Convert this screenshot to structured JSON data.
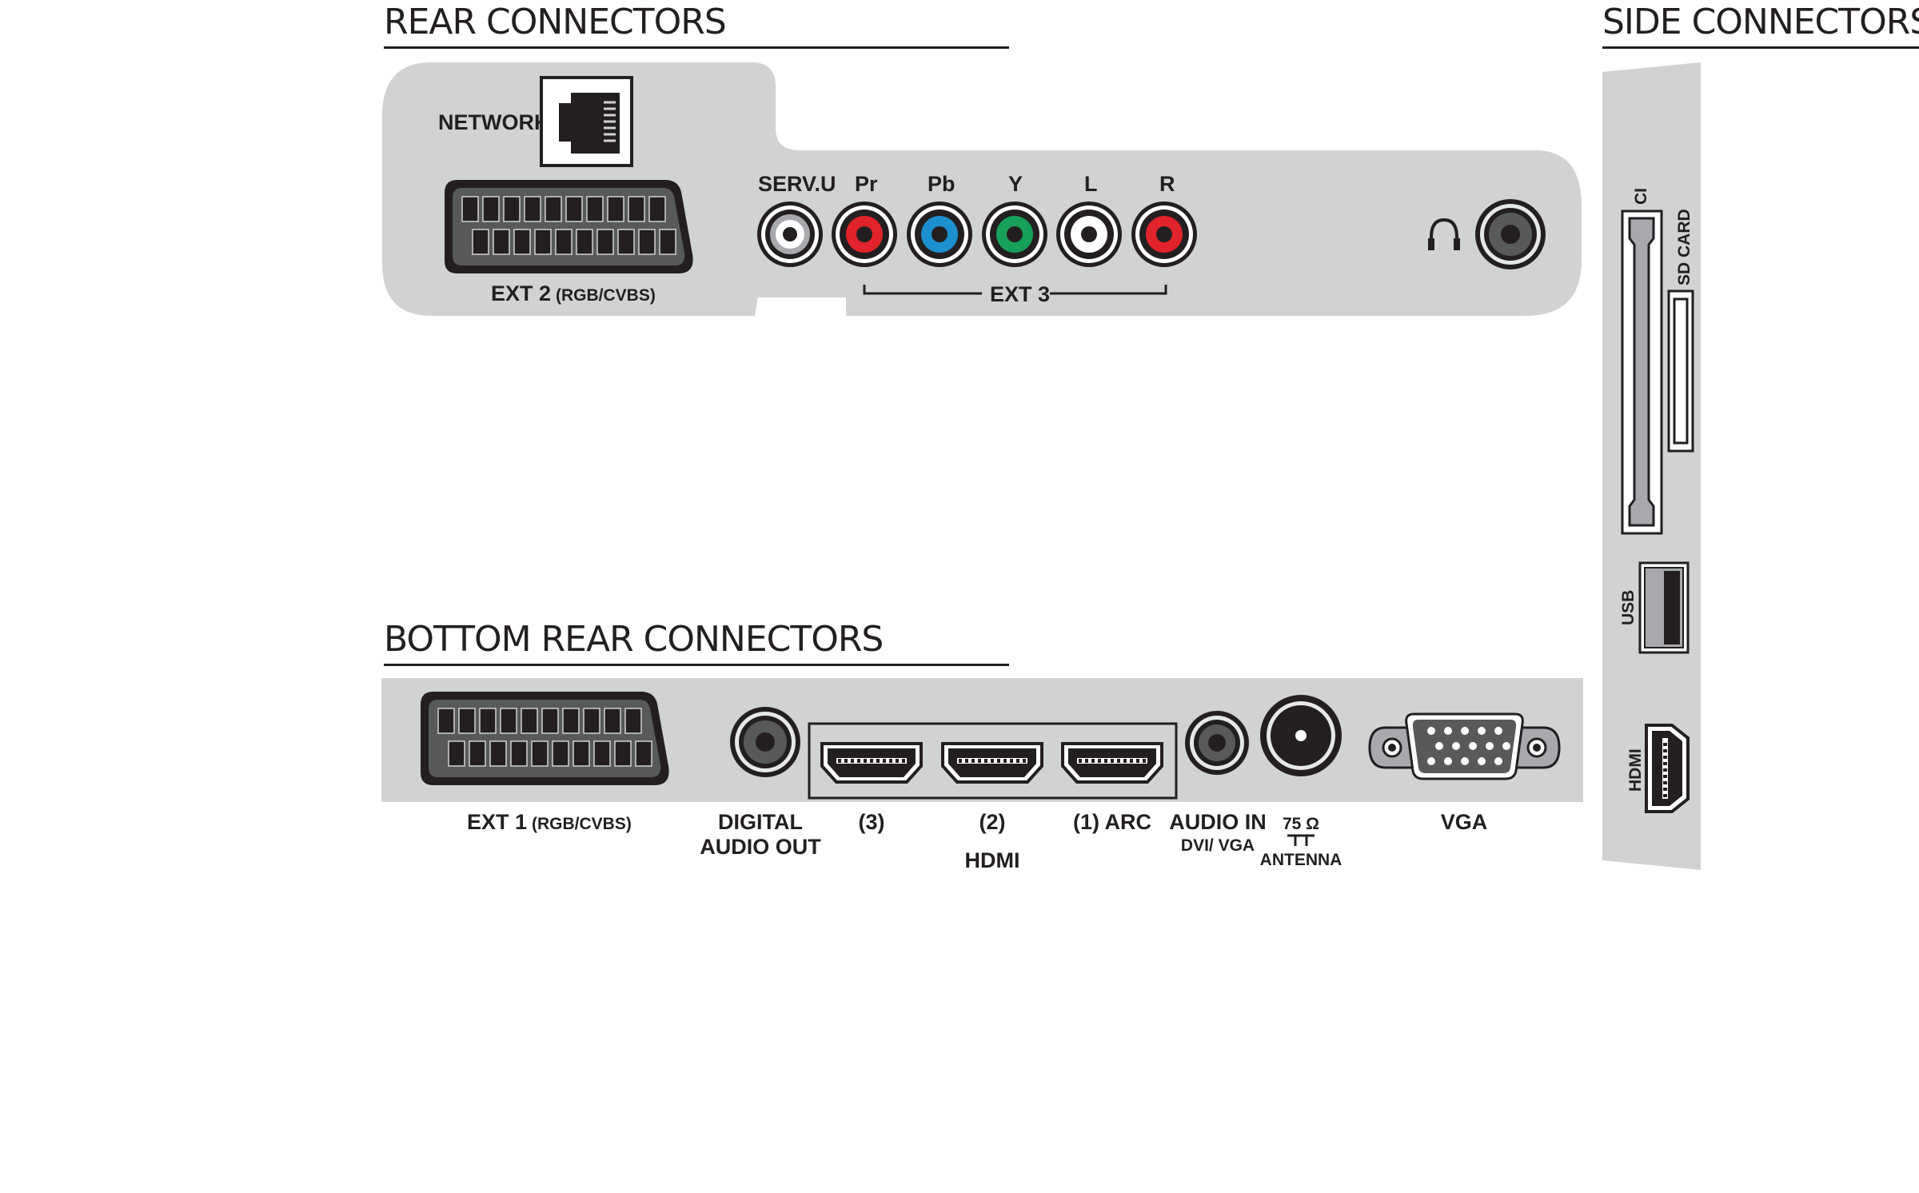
{
  "headings": {
    "rear": "REAR CONNECTORS",
    "side": "SIDE CONNECTORS",
    "bottom_rear": "BOTTOM REAR CONNECTORS"
  },
  "rear": {
    "network": "NETWORK",
    "ext2": "EXT 2",
    "ext2_sub": "(RGB/CVBS)",
    "servu": "SERV.U",
    "pr": "Pr",
    "pb": "Pb",
    "y": "Y",
    "l": "L",
    "r": "R",
    "ext3": "EXT 3"
  },
  "bottom": {
    "ext1": "EXT 1",
    "ext1_sub": "(RGB/CVBS)",
    "digital": "DIGITAL",
    "audio_out": "AUDIO OUT",
    "hdmi3": "(3)",
    "hdmi2": "(2)",
    "hdmi1": "(1) ARC",
    "hdmi": "HDMI",
    "audio_in": "AUDIO IN",
    "dvi_vga": "DVI/ VGA",
    "ohm": "75 Ω",
    "antenna": "ANTENNA",
    "vga": "VGA"
  },
  "side": {
    "ci": "CI",
    "sd_card": "SD CARD",
    "usb": "USB",
    "hdmi": "HDMI"
  },
  "colors": {
    "panel": "#d1d2d4",
    "ink": "#231f20",
    "red": "#e1232b",
    "blue": "#1c8fcf",
    "green": "#16a05a",
    "white": "#ffffff"
  },
  "icons": [
    "rj45-icon",
    "scart-icon",
    "rca-icon",
    "headphone-icon",
    "hdmi-icon",
    "coax-icon",
    "vga-icon",
    "usb-icon",
    "ci-slot-icon",
    "sd-slot-icon"
  ]
}
